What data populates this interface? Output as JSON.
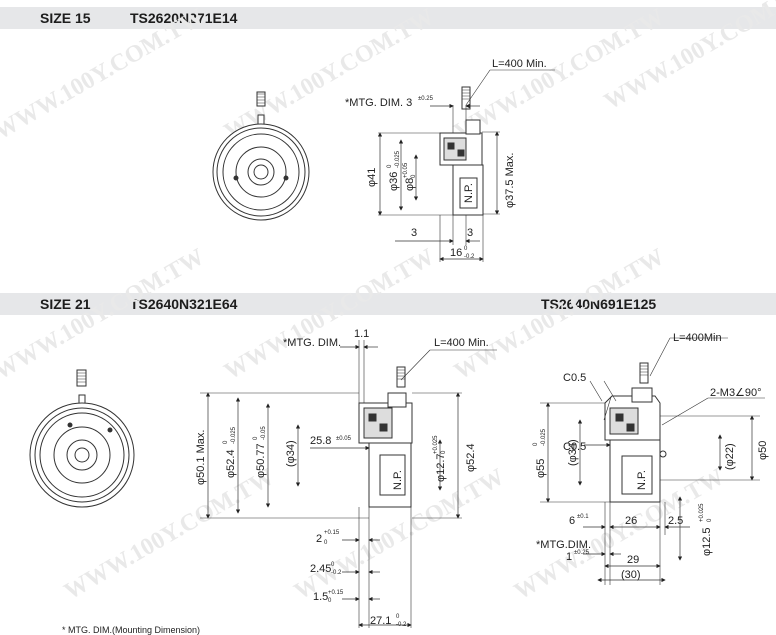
{
  "sections": [
    {
      "size": "SIZE 15",
      "model": "TS2620N271E14"
    },
    {
      "size": "SIZE 21",
      "model": "TS2640N321E64"
    },
    {
      "size": "",
      "model": "TS2640N691E125"
    }
  ],
  "watermark": "WWW.100Y.COM.TW",
  "footnote": "* MTG. DIM.(Mounting Dimension)",
  "s15": {
    "lead": "L=400 Min.",
    "mtg": "*MTG. DIM. 3",
    "mtg_tol": "±0.25",
    "d41": "φ41",
    "d36": "φ36",
    "d36_tol_u": "0",
    "d36_tol_l": "-0.025",
    "d8": "φ8",
    "d8_tol_u": "+0.05",
    "d8_tol_l": "0",
    "d375": "φ37.5 Max.",
    "np": "N.P.",
    "w3a": "3",
    "w3b": "3",
    "w16": "16",
    "w16_tol_u": "0",
    "w16_tol_l": "-0.2"
  },
  "s21": {
    "mtg": "*MTG. DIM.",
    "w11": "1.1",
    "lead": "L=400 Min.",
    "d501": "φ50.1 Max.",
    "d524a": "φ52.4",
    "d524a_tol_u": "0",
    "d524a_tol_l": "-0.025",
    "d5077": "φ50.77",
    "d5077_tol_u": "0",
    "d5077_tol_l": "-0.05",
    "d34": "(φ34)",
    "w258": "25.8",
    "w258_tol": "±0.05",
    "np": "N.P.",
    "d127": "φ12.7",
    "d127_tol_u": "+0.025",
    "d127_tol_l": "0",
    "d524b": "φ52.4",
    "w2": "2",
    "w2_tol_u": "+0.15",
    "w2_tol_l": "0",
    "w245": "2.45",
    "w245_tol_u": "0",
    "w245_tol_l": "-0.2",
    "w15": "1.5",
    "w15_tol_u": "+0.15",
    "w15_tol_l": "0",
    "w271": "27.1",
    "w271_tol_u": "0",
    "w271_tol_l": "-0.2"
  },
  "s691": {
    "lead": "L=400Min",
    "c05a": "C0.5",
    "c05b": "C0.5",
    "m3": "2-M3∠90°",
    "d55": "φ55",
    "d55_tol_u": "0",
    "d55_tol_l": "-0.025",
    "d34": "(φ34)",
    "d22": "(φ22)",
    "d50": "φ50",
    "np": "N.P.",
    "w6": "6",
    "w6_tol": "±0.1",
    "w26": "26",
    "w25": "2.5",
    "d125": "φ12.5",
    "d125_tol_u": "+0.025",
    "d125_tol_l": "0",
    "mtg": "*MTG.DIM.",
    "w1": "1",
    "w1_tol": "±0.25",
    "w29": "29",
    "w30": "(30)"
  }
}
